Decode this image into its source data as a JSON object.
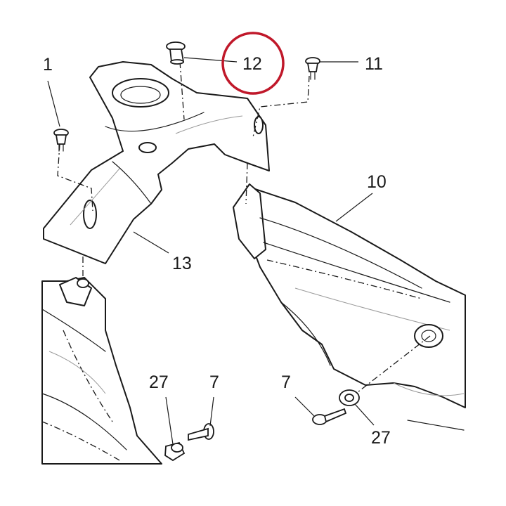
{
  "callouts": {
    "c1": "1",
    "c12": "12",
    "c11": "11",
    "c10": "10",
    "c13": "13",
    "c27_left": "27",
    "c7_left": "7",
    "c7_right": "7",
    "c27_right": "27"
  },
  "colors": {
    "line": "#1a1a1a",
    "highlight_circle": "#c0182a"
  },
  "highlighted_part": "12"
}
